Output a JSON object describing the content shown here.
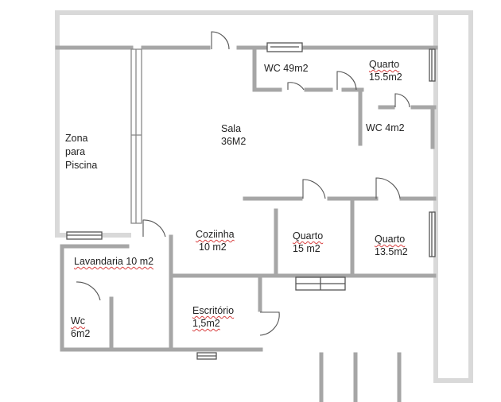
{
  "colors": {
    "wall": "#a6a6a6",
    "outer": "#d9d9d9",
    "door": "#555555",
    "background": "#ffffff"
  },
  "rooms": {
    "wc_49": {
      "line1": "WC 49m2"
    },
    "quarto_155": {
      "line1": "Quarto",
      "line2": "15.5m2"
    },
    "wc_4": {
      "line1": "WC 4m2"
    },
    "sala": {
      "line1": "Sala",
      "line2": "36M2"
    },
    "piscina": {
      "line1": "Zona",
      "line2": "para",
      "line3": "Piscina"
    },
    "cozinha": {
      "line1": "Coziinha",
      "line2": "10 m2"
    },
    "quarto_15": {
      "line1": "Quarto",
      "line2": "15 m2"
    },
    "quarto_135": {
      "line1": "Quarto",
      "line2": "13.5m2"
    },
    "lavandaria": {
      "line1": "Lavandaria 10 m2"
    },
    "wc_6": {
      "line1": "Wc",
      "line2": "6m2"
    },
    "escritorio": {
      "line1": "Escritório",
      "line2": "1,5m2"
    }
  }
}
